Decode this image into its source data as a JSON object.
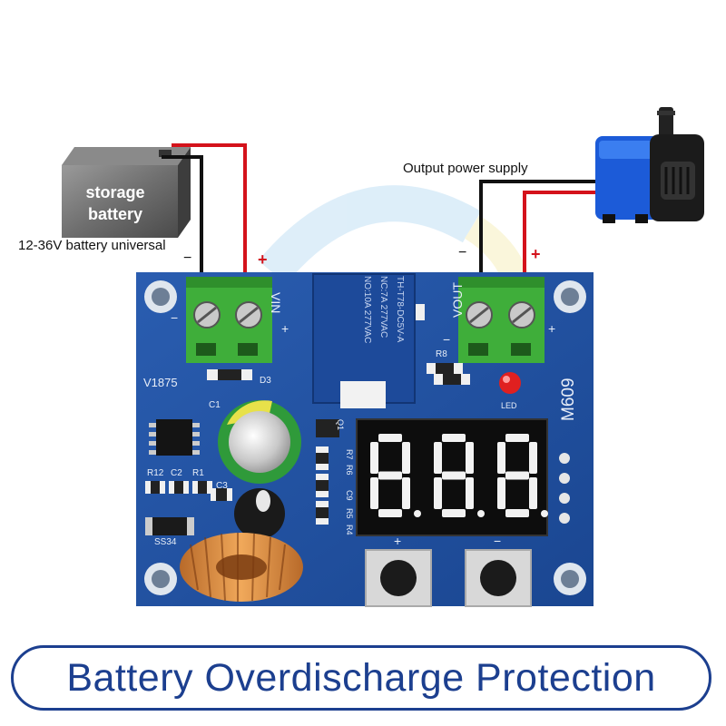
{
  "battery": {
    "label_line1": "storage",
    "label_line2": "battery",
    "caption": "12-36V battery universal",
    "minus_sign": "−",
    "plus_sign": "+"
  },
  "output": {
    "caption": "Output power supply",
    "minus_sign": "−",
    "plus_sign": "+"
  },
  "board": {
    "vin_label": "VIN",
    "vout_label": "VOUT",
    "model_label": "V1875",
    "board_id": "M609",
    "left_minus": "−",
    "left_plus": "+",
    "right_minus": "−",
    "right_plus": "+",
    "button_plus": "+",
    "button_minus": "−",
    "silkscreen": {
      "d3": "D3",
      "c1": "C1",
      "c2": "C2",
      "c3": "C3",
      "r1": "R1",
      "r12": "R12",
      "ss34": "SS34",
      "led": "LED",
      "r8": "R8",
      "r7": "R7",
      "r6": "R6",
      "r5": "R5",
      "r4": "R4",
      "c9": "C9",
      "q1": "Q1"
    },
    "relay_lines": [
      "NO:10A 277VAC",
      "NC:7A 277VAC",
      "TH-T78-DC5V-A"
    ],
    "display_reading": "888"
  },
  "banner": {
    "title": "Battery Overdischarge Protection"
  },
  "colors": {
    "pcb_blue": "#1f4f9e",
    "wire_red": "#d4121b",
    "wire_black": "#111111",
    "terminal_green": "#3fae3a",
    "banner_blue": "#1c3f8f"
  }
}
